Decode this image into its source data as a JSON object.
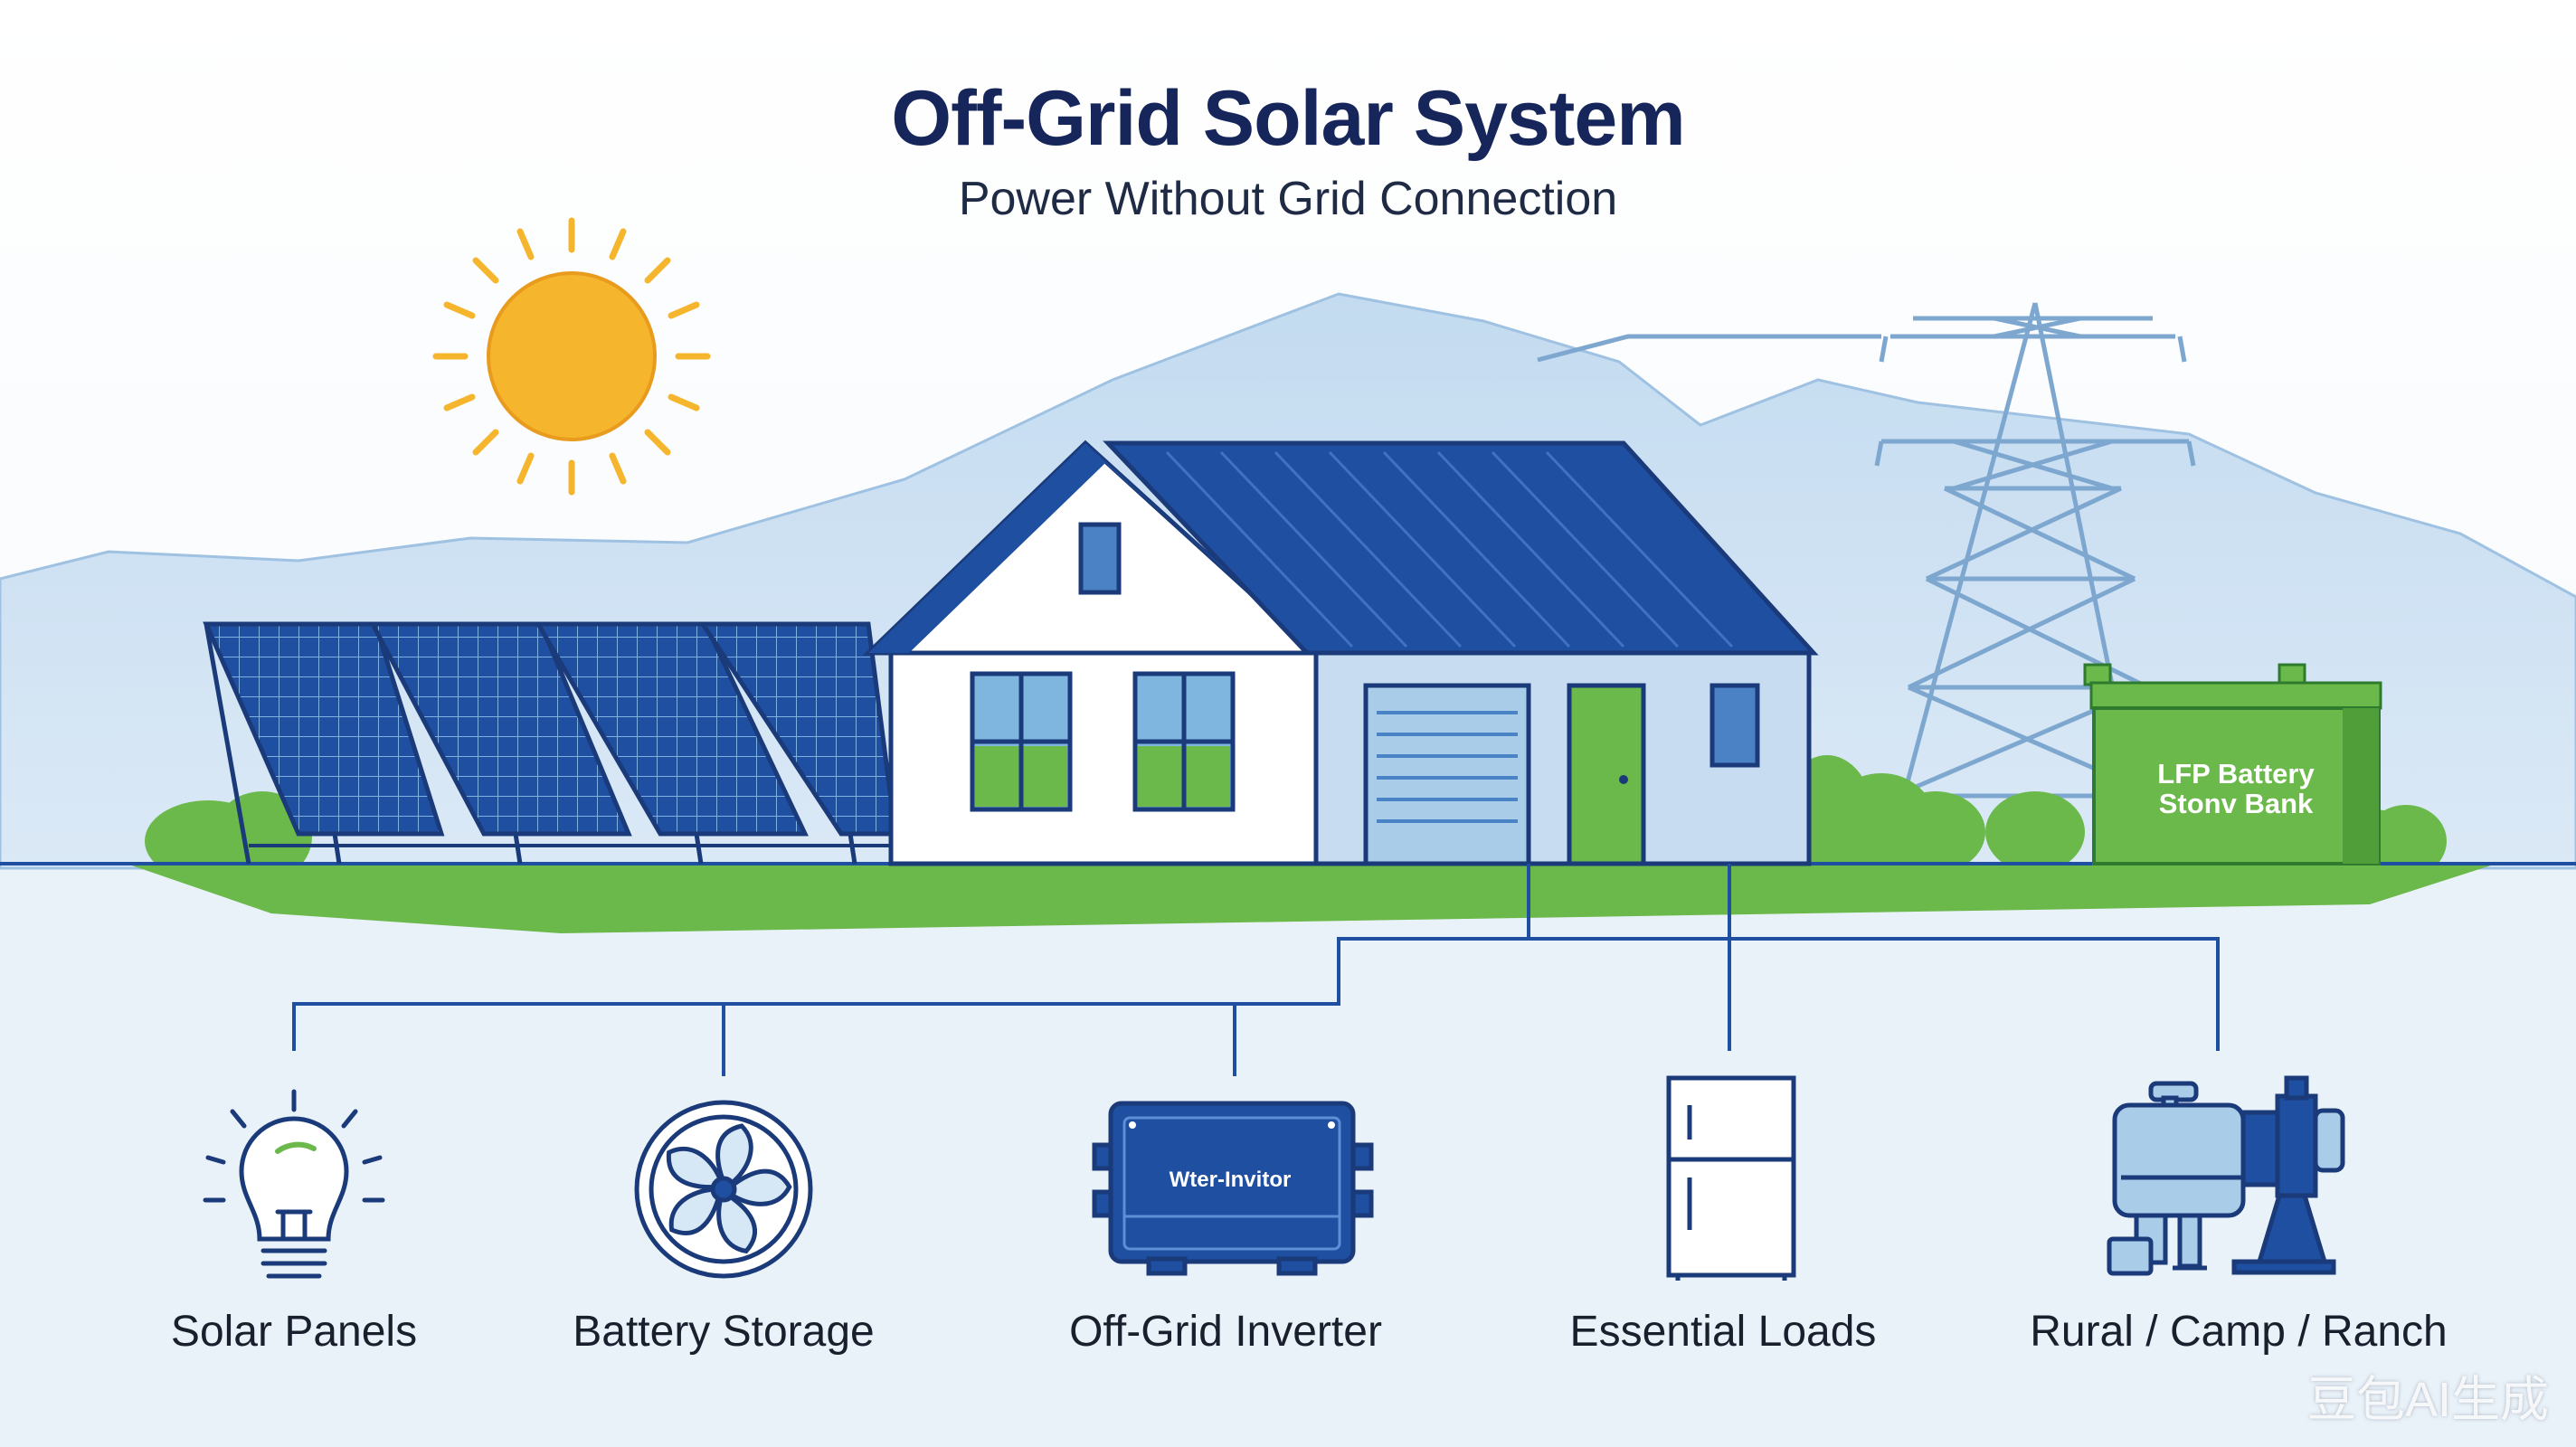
{
  "header": {
    "title": "Off-Grid Solar System",
    "subtitle": "Power Without Grid Connection"
  },
  "battery_bank": {
    "label_line1": "LFP Battery",
    "label_line2": "Stonv Bank"
  },
  "inverter_plate": "Wter-Invitor",
  "categories": [
    {
      "label": "Solar Panels",
      "icon": "light-bulb-icon"
    },
    {
      "label": "Battery Storage",
      "icon": "fan-icon"
    },
    {
      "label": "Off-Grid Inverter",
      "icon": "inverter-icon"
    },
    {
      "label": "Essential Loads",
      "icon": "refrigerator-icon"
    },
    {
      "label": "Rural / Camp / Ranch",
      "icon": "water-pump-icon"
    }
  ],
  "watermark": "豆包AI生成",
  "colors": {
    "navy": "#16265a",
    "royal_blue": "#1f4fa0",
    "sky_blue": "#a9cce8",
    "grass_green": "#6bb84b",
    "sun_yellow": "#f5b52d",
    "ground": "#eaf2f9"
  }
}
